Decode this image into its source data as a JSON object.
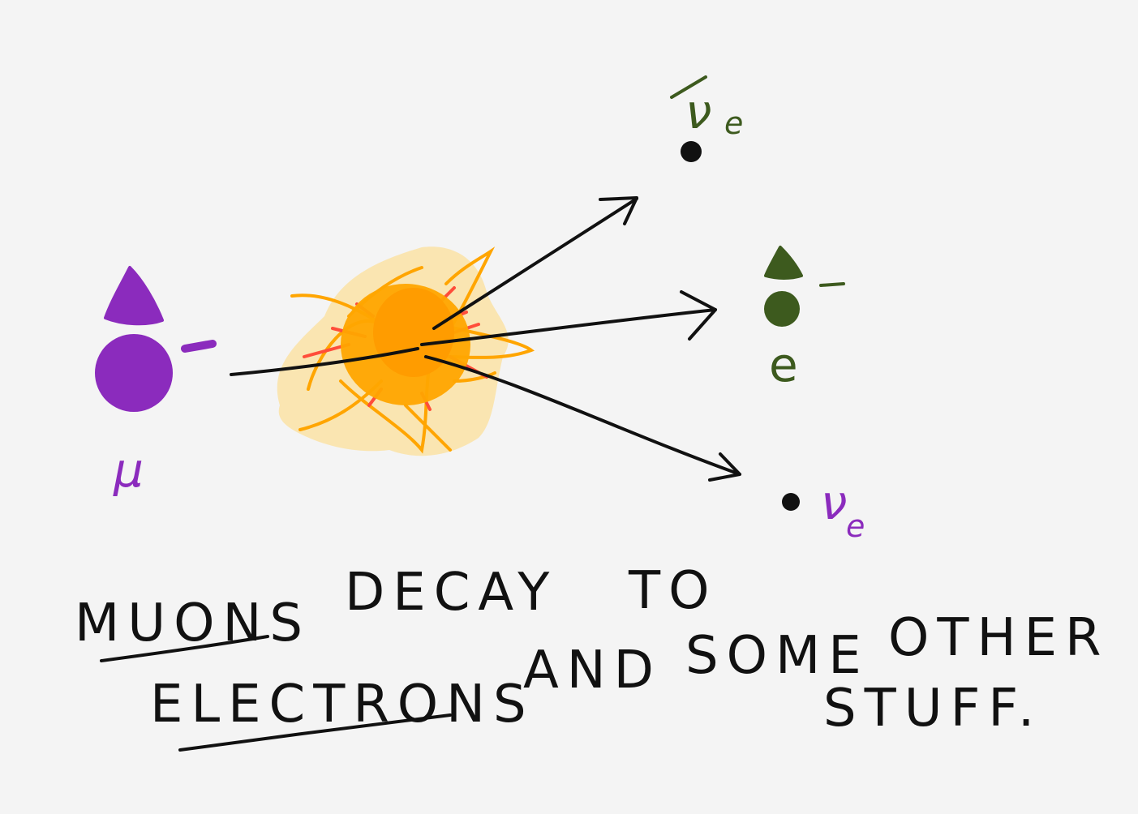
{
  "colors": {
    "background": "#f4f4f4",
    "muon": "#8b2bbd",
    "electron": "#3d5a1e",
    "antineutrino_label": "#3d5a1e",
    "neutrino_label": "#8b2bbd",
    "ink": "#111111",
    "explosion_core": "#ffa500",
    "explosion_glow": "#ffd97a",
    "explosion_spark": "#ff4d3a"
  },
  "particles": {
    "muon": {
      "symbol": "μ",
      "charge": "−"
    },
    "electron": {
      "symbol": "e",
      "charge": "−"
    },
    "electron_antineutrino": {
      "symbol": "ν",
      "subscript": "e"
    },
    "electron_neutrino": {
      "symbol": "ν",
      "subscript": "e"
    }
  },
  "caption": {
    "line1": [
      "MUONS",
      "DECAY",
      "TO"
    ],
    "line2": [
      "ELECTRONS",
      "AND",
      "SOME",
      "OTHER"
    ],
    "line3": [
      "STUFF."
    ]
  }
}
